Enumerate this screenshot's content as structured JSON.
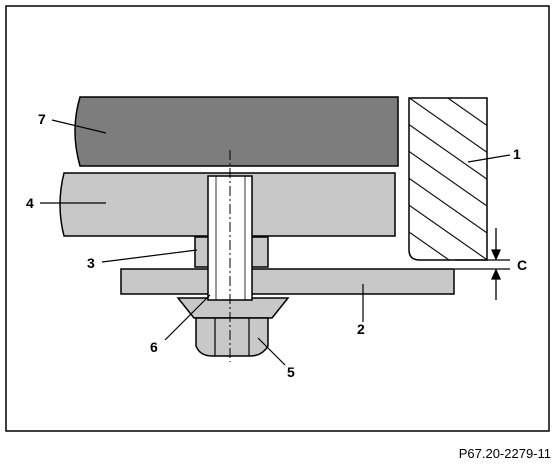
{
  "figure": {
    "reference_code": "P67.20-2279-11",
    "callouts": {
      "c1": "1",
      "c2": "2",
      "c3": "3",
      "c4": "4",
      "c5": "5",
      "c6": "6",
      "c7": "7",
      "cC": "C"
    }
  },
  "colors": {
    "dark_gray": "#7d7d7d",
    "light_gray": "#c8c8c8",
    "line": "#000000",
    "background": "#ffffff"
  }
}
